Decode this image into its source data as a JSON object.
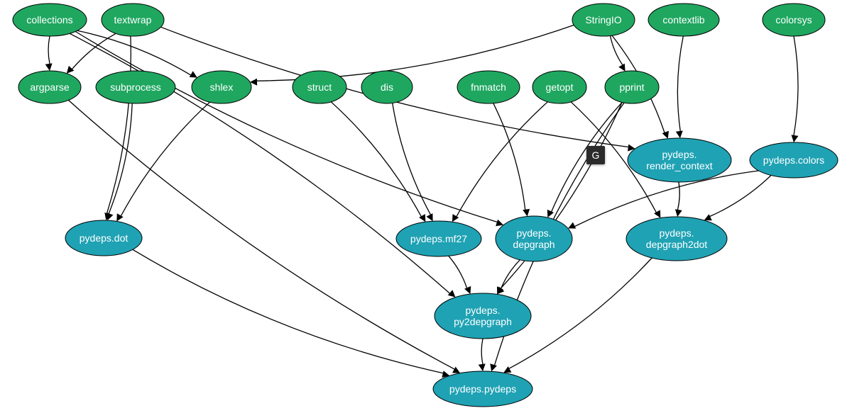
{
  "graph": {
    "colors": {
      "external": "#1fa760",
      "internal": "#1fa2b4",
      "label": "#ffffff",
      "edge": "#000000"
    },
    "nodes": [
      {
        "id": "collections",
        "label": [
          "collections"
        ],
        "kind": "external"
      },
      {
        "id": "textwrap",
        "label": [
          "textwrap"
        ],
        "kind": "external"
      },
      {
        "id": "StringIO",
        "label": [
          "StringIO"
        ],
        "kind": "external"
      },
      {
        "id": "contextlib",
        "label": [
          "contextlib"
        ],
        "kind": "external"
      },
      {
        "id": "colorsys",
        "label": [
          "colorsys"
        ],
        "kind": "external"
      },
      {
        "id": "argparse",
        "label": [
          "argparse"
        ],
        "kind": "external"
      },
      {
        "id": "subprocess",
        "label": [
          "subprocess"
        ],
        "kind": "external"
      },
      {
        "id": "shlex",
        "label": [
          "shlex"
        ],
        "kind": "external"
      },
      {
        "id": "struct",
        "label": [
          "struct"
        ],
        "kind": "external"
      },
      {
        "id": "dis",
        "label": [
          "dis"
        ],
        "kind": "external"
      },
      {
        "id": "fnmatch",
        "label": [
          "fnmatch"
        ],
        "kind": "external"
      },
      {
        "id": "getopt",
        "label": [
          "getopt"
        ],
        "kind": "external"
      },
      {
        "id": "pprint",
        "label": [
          "pprint"
        ],
        "kind": "external"
      },
      {
        "id": "render_context",
        "label": [
          "pydeps.",
          "render_context"
        ],
        "kind": "internal"
      },
      {
        "id": "colors",
        "label": [
          "pydeps.colors"
        ],
        "kind": "internal"
      },
      {
        "id": "dot",
        "label": [
          "pydeps.dot"
        ],
        "kind": "internal"
      },
      {
        "id": "mf27",
        "label": [
          "pydeps.mf27"
        ],
        "kind": "internal"
      },
      {
        "id": "depgraph",
        "label": [
          "pydeps.",
          "depgraph"
        ],
        "kind": "internal"
      },
      {
        "id": "depgraph2dot",
        "label": [
          "pydeps.",
          "depgraph2dot"
        ],
        "kind": "internal"
      },
      {
        "id": "py2depgraph",
        "label": [
          "pydeps.",
          "py2depgraph"
        ],
        "kind": "internal"
      },
      {
        "id": "pydeps",
        "label": [
          "pydeps.pydeps"
        ],
        "kind": "internal"
      }
    ],
    "edges": [
      {
        "from": "collections",
        "to": "argparse"
      },
      {
        "from": "collections",
        "to": "shlex"
      },
      {
        "from": "collections",
        "to": "depgraph"
      },
      {
        "from": "collections",
        "to": "py2depgraph"
      },
      {
        "from": "textwrap",
        "to": "argparse"
      },
      {
        "from": "textwrap",
        "to": "dot"
      },
      {
        "from": "textwrap",
        "to": "render_context"
      },
      {
        "from": "StringIO",
        "to": "shlex"
      },
      {
        "from": "StringIO",
        "to": "pprint"
      },
      {
        "from": "StringIO",
        "to": "render_context"
      },
      {
        "from": "contextlib",
        "to": "render_context"
      },
      {
        "from": "colorsys",
        "to": "colors"
      },
      {
        "from": "argparse",
        "to": "pydeps"
      },
      {
        "from": "subprocess",
        "to": "dot"
      },
      {
        "from": "shlex",
        "to": "dot"
      },
      {
        "from": "struct",
        "to": "mf27"
      },
      {
        "from": "dis",
        "to": "mf27"
      },
      {
        "from": "fnmatch",
        "to": "depgraph"
      },
      {
        "from": "getopt",
        "to": "mf27"
      },
      {
        "from": "getopt",
        "to": "depgraph2dot"
      },
      {
        "from": "pprint",
        "to": "depgraph"
      },
      {
        "from": "pprint",
        "to": "py2depgraph"
      },
      {
        "from": "pprint",
        "to": "pydeps"
      },
      {
        "from": "render_context",
        "to": "depgraph2dot"
      },
      {
        "from": "colors",
        "to": "depgraph"
      },
      {
        "from": "colors",
        "to": "depgraph2dot"
      },
      {
        "from": "dot",
        "to": "pydeps"
      },
      {
        "from": "mf27",
        "to": "py2depgraph"
      },
      {
        "from": "depgraph",
        "to": "py2depgraph"
      },
      {
        "from": "depgraph2dot",
        "to": "pydeps"
      },
      {
        "from": "py2depgraph",
        "to": "pydeps"
      }
    ]
  },
  "overlay": {
    "badge_label": "G"
  }
}
